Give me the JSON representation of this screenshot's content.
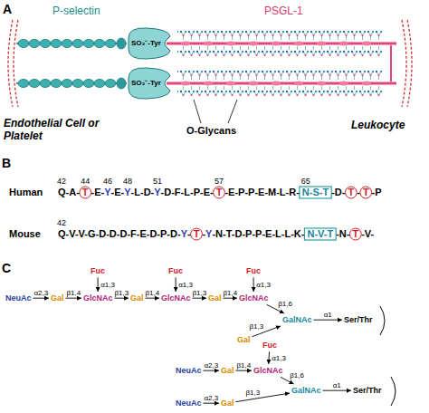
{
  "diagram": {
    "labels": [
      "A",
      "P-selectin",
      "PSGL-1",
      "SO₃⁻-Tyr",
      "SO₃⁻-Tyr",
      "O-Glycans",
      "Endothelial Cell or Platelet",
      "Leukocyte",
      "B",
      "42",
      "44",
      "46",
      "48",
      "51",
      "57",
      "65",
      "Human",
      "Q-A-",
      "T",
      "-E-",
      "Y",
      "-E-",
      "Y",
      "-L-D-",
      "Y",
      "-D-F-L-P-E-",
      "T",
      "-E-P-P-E-M-L-R-",
      "N-S-T",
      "-D-",
      "T",
      "-",
      "T",
      "-P",
      "42",
      "Mouse",
      "Q-V-V-G-D-D-D-F-E-D-P-D-",
      "Y",
      "-",
      "T",
      "-",
      "Y",
      "-N-T-D-P-P-E-L-L-K-",
      "N-V-T",
      "-N-",
      "T",
      "-V-",
      "C",
      "Fuc",
      "Fuc",
      "Fuc",
      "NeuAc",
      "Gal",
      "GlcNAc",
      "Gal",
      "GlcNAc",
      "Gal",
      "GlcNAc",
      "GalNAc",
      "Ser/Thr",
      "Gal",
      "α2,3",
      "β1,4",
      "β1,3",
      "β1,4",
      "β1,3",
      "β1,4",
      "β1,6",
      "α1",
      "β1,3",
      "α1,3",
      "α1,3",
      "α1,3",
      "Fuc",
      "NeuAc",
      "Gal",
      "GlcNAc",
      "GalNAc",
      "Ser/Thr",
      "NeuAc",
      "Gal",
      "α1,3",
      "α2,3",
      "β1,4",
      "β1,6",
      "α1",
      "α2,3",
      "β1,3"
    ]
  }
}
